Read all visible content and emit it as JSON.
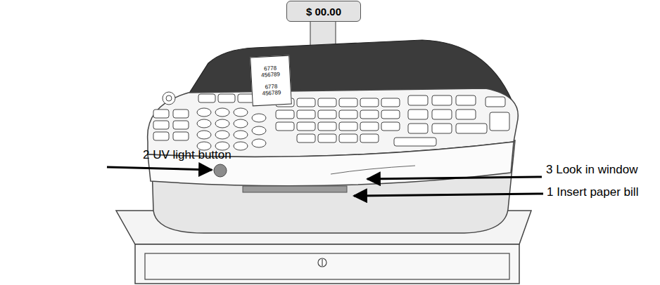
{
  "diagram": {
    "nodes": [
      {
        "text": [
          "$ 00.00"
        ]
      },
      {
        "text": [
          "6778 456789",
          "6778 456789"
        ]
      }
    ],
    "labels": [
      "2 UV light button",
      "3 Look in window",
      "1 Insert paper bill"
    ]
  }
}
